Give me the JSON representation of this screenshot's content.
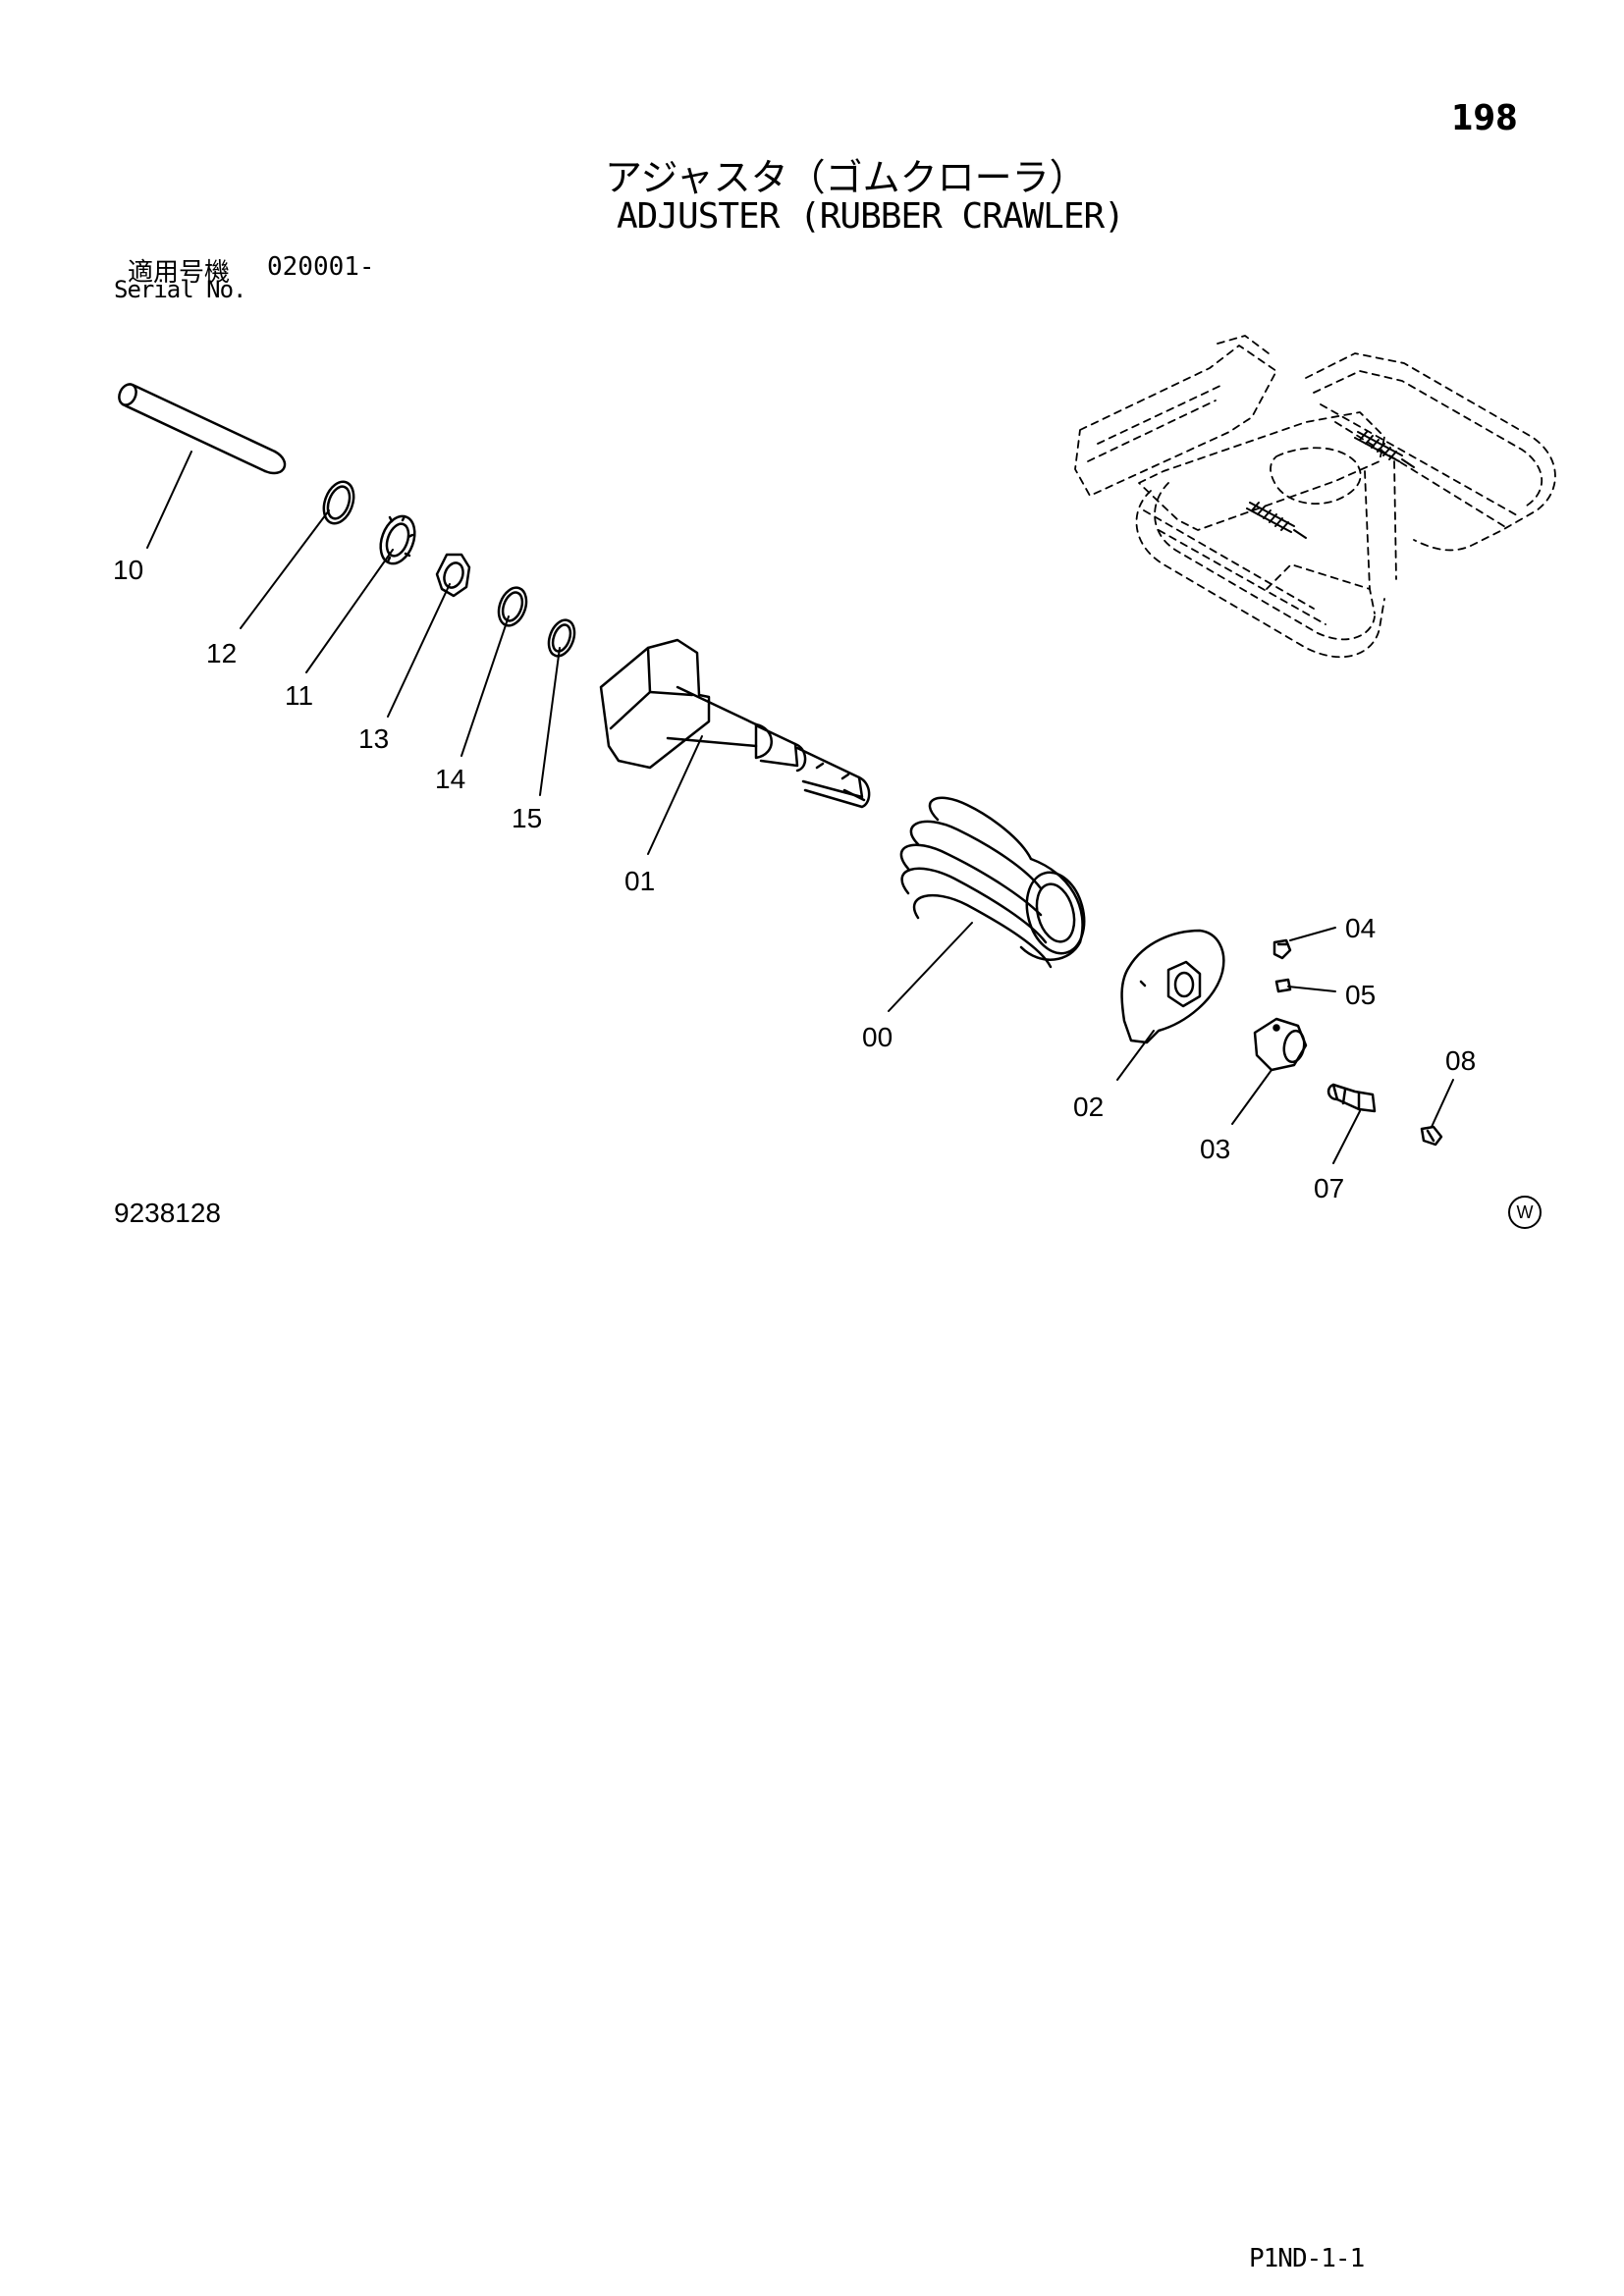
{
  "page_number": "198",
  "title_ja": "アジャスタ（ゴムクローラ）",
  "title_en": "ADJUSTER (RUBBER CRAWLER)",
  "serial": {
    "label_ja": "適用号機",
    "value": "020001-",
    "label_en": "Serial No."
  },
  "callouts": {
    "p10": "10",
    "p12": "12",
    "p11": "11",
    "p13": "13",
    "p14": "14",
    "p15": "15",
    "p01": "01",
    "p00": "00",
    "p02": "02",
    "p04": "04",
    "p05": "05",
    "p03": "03",
    "p07": "07",
    "p08": "08"
  },
  "drawing_number": "9238128",
  "watermark": "W",
  "footer_code": "P1ND-1-1"
}
